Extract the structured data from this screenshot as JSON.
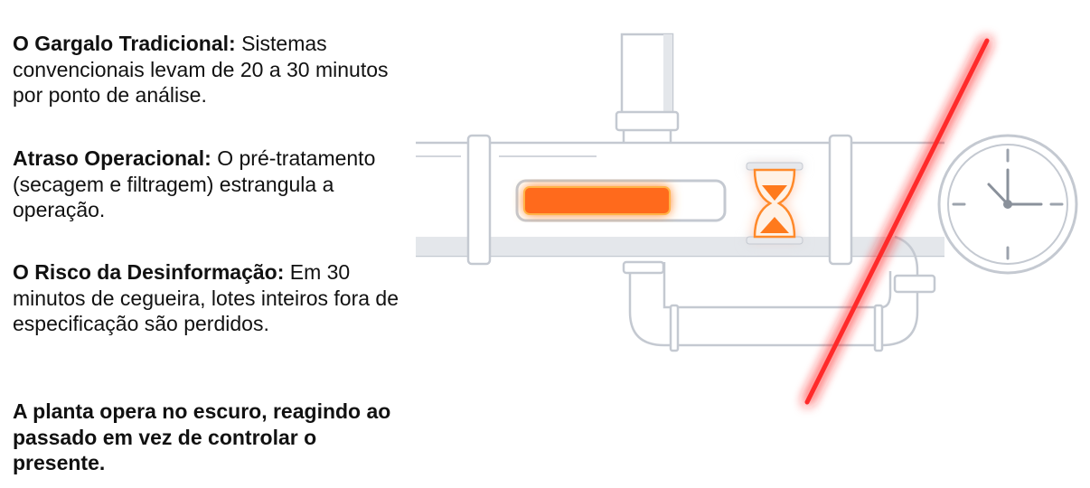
{
  "points": [
    {
      "title": "O Gargalo Tradicional:",
      "body": "Sistemas convencionais levam de 20 a 30 minutos por ponto de análise."
    },
    {
      "title": "Atraso Operacional:",
      "body": "O pré-tratamento (secagem e filtragem) estrangula a operação."
    },
    {
      "title": "O Risco da Desinformação:",
      "body": "Em 30 minutos de cegueira, lotes inteiros fora de especificação são perdidos."
    }
  ],
  "conclusion": "A planta opera no escuro, reagindo ao passado em vez de controlar o presente.",
  "illustration": {
    "progress_percent": 75,
    "icons": [
      "pipeline-icon",
      "progress-bar-icon",
      "hourglass-icon",
      "clock-icon",
      "red-slash-icon"
    ],
    "colors": {
      "accent": "#ff6a1a",
      "slash": "#ff2a2a",
      "pipe": "#c9ced6"
    }
  }
}
